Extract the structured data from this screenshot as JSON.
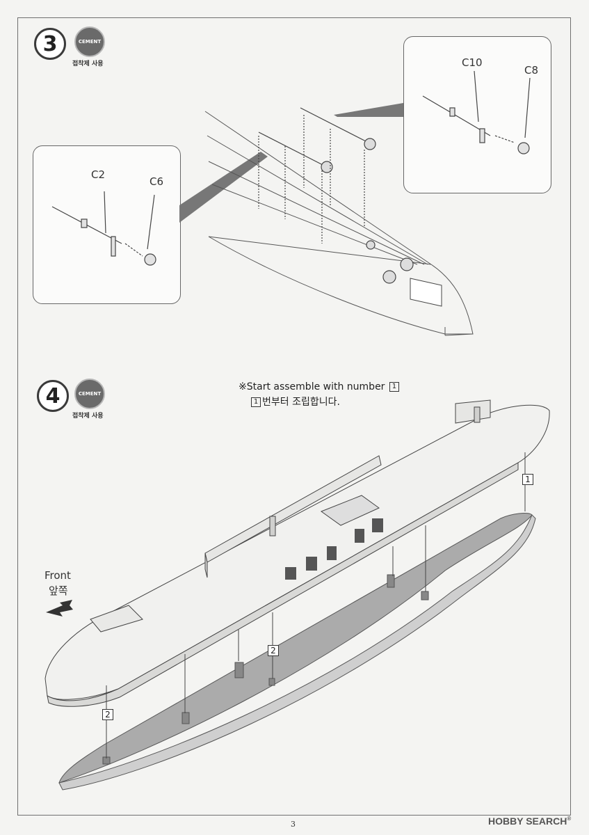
{
  "step3": {
    "number": "3",
    "cement_label": "CEMENT",
    "cement_caption": "접착제 사용",
    "detail_left": {
      "part_a": "C2",
      "part_b": "C6"
    },
    "detail_right": {
      "part_a": "C10",
      "part_b": "C8"
    }
  },
  "step4": {
    "number": "4",
    "cement_label": "CEMENT",
    "cement_caption": "접착제 사용",
    "note_symbol": "※",
    "note_en": "Start assemble with number",
    "note_num": "1",
    "note_ko_num": "1",
    "note_ko": "번부터 조립합니다.",
    "callout_1": "1",
    "callout_2a": "2",
    "callout_2b": "2",
    "front_en": "Front",
    "front_ko": "앞쪽"
  },
  "page_number": "3",
  "watermark": {
    "main": "HOBBY SEARCH",
    "reg": "®"
  }
}
